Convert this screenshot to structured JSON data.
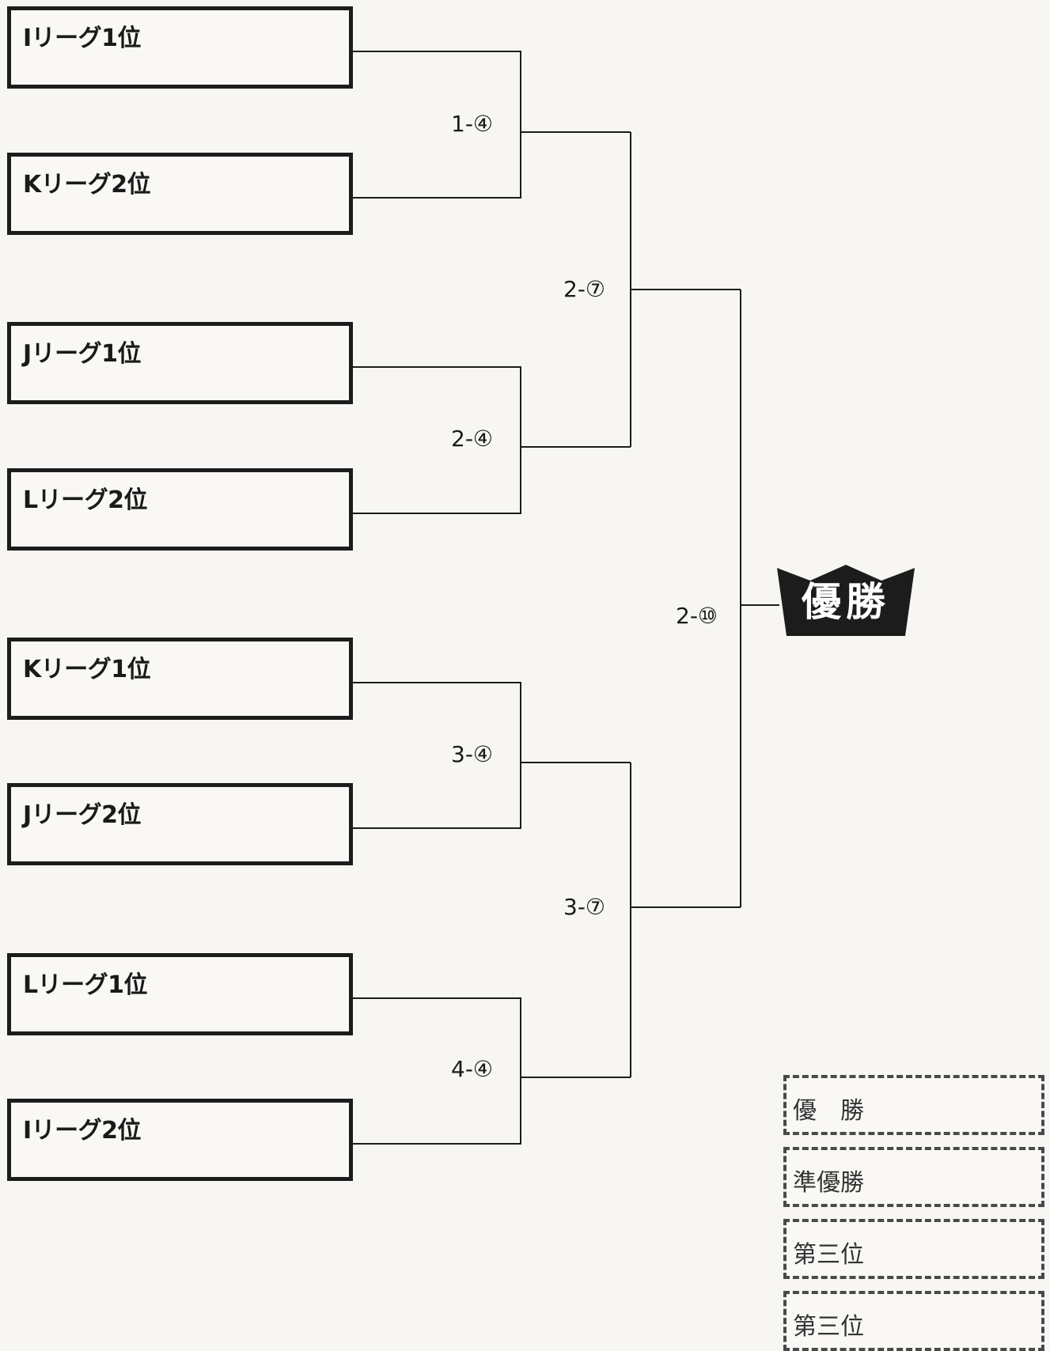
{
  "teams": [
    {
      "label": "Iリーグ1位"
    },
    {
      "label": "Kリーグ2位"
    },
    {
      "label": "Jリーグ1位"
    },
    {
      "label": "Lリーグ2位"
    },
    {
      "label": "Kリーグ1位"
    },
    {
      "label": "Jリーグ2位"
    },
    {
      "label": "Lリーグ1位"
    },
    {
      "label": "Iリーグ2位"
    }
  ],
  "matches": {
    "r1_1": "1-④",
    "r1_2": "2-④",
    "r1_3": "3-④",
    "r1_4": "4-④",
    "r2_1": "2-⑦",
    "r2_2": "3-⑦",
    "final": "2-⑩"
  },
  "champion_badge": "優勝",
  "results": {
    "winner": "優　勝",
    "runner_up": "準優勝",
    "third_1": "第三位",
    "third_2": "第三位"
  },
  "colors": {
    "line": "#1c1c1c",
    "badge": "#1c1c1c",
    "background": "#f7f6f3"
  }
}
